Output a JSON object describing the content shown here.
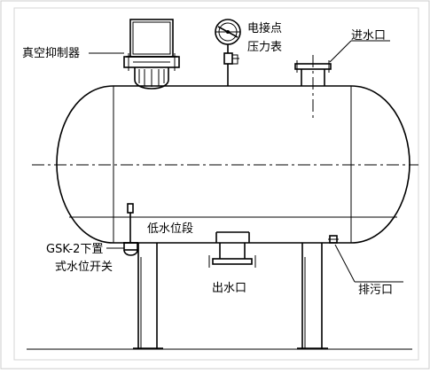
{
  "labels": {
    "vacuum_suppressor": "真空抑制器",
    "pressure_gauge_line1": "电接点",
    "pressure_gauge_line2": "压力表",
    "water_inlet": "进水口",
    "low_water_section": "低水位段",
    "level_switch_line1": "GSK-2下置",
    "level_switch_line2": "式水位开关",
    "water_outlet": "出水口",
    "drain_outlet": "排污口"
  },
  "colors": {
    "line": "#000000",
    "background": "#ffffff",
    "border": "#cccccc"
  }
}
